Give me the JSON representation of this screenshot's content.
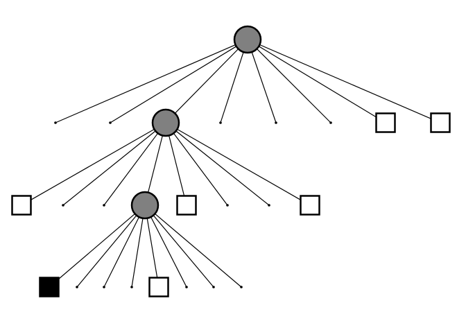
{
  "tree": {
    "colors": {
      "internal_node_fill": "#808080",
      "stroke": "#000000",
      "background": "#ffffff",
      "filled_leaf": "#000000",
      "empty_leaf": "#ffffff"
    },
    "root": {
      "kind": "internal",
      "children": [
        {
          "kind": "dot"
        },
        {
          "kind": "dot"
        },
        {
          "kind": "internal",
          "children": [
            {
              "kind": "box"
            },
            {
              "kind": "dot"
            },
            {
              "kind": "dot"
            },
            {
              "kind": "internal",
              "children": [
                {
                  "kind": "filled-box"
                },
                {
                  "kind": "dot"
                },
                {
                  "kind": "dot"
                },
                {
                  "kind": "dot"
                },
                {
                  "kind": "box"
                },
                {
                  "kind": "dot"
                },
                {
                  "kind": "dot"
                },
                {
                  "kind": "dot"
                }
              ]
            },
            {
              "kind": "box"
            },
            {
              "kind": "dot"
            },
            {
              "kind": "dot"
            },
            {
              "kind": "box"
            }
          ]
        },
        {
          "kind": "dot"
        },
        {
          "kind": "dot"
        },
        {
          "kind": "dot"
        },
        {
          "kind": "box"
        },
        {
          "kind": "box"
        }
      ]
    }
  }
}
